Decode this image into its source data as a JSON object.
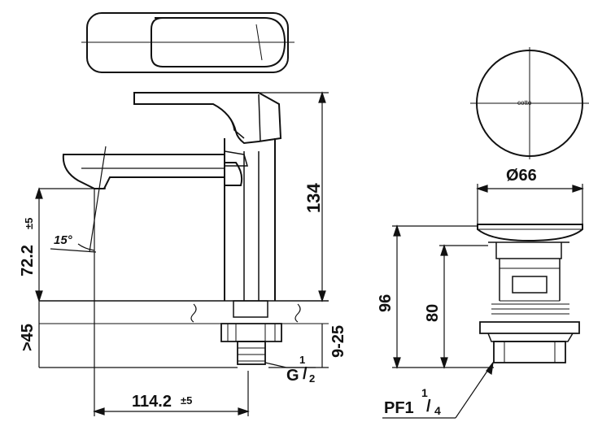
{
  "drawing": {
    "dimensions": {
      "height_134": "134",
      "height_72": "72.2",
      "tol_72": "±5",
      "depth_45": ">45",
      "thread_9_25": "9-25",
      "reach_114": "114.2",
      "tol_114": "±5",
      "angle": "15°",
      "g_thread": "G",
      "g_frac_num": "1",
      "g_frac_den": "2",
      "diameter": "Ø66",
      "drain_96": "96",
      "drain_80": "80",
      "pf_prefix": "PF1",
      "pf_num": "1",
      "pf_den": "4"
    },
    "brand_mark": "cotto"
  }
}
